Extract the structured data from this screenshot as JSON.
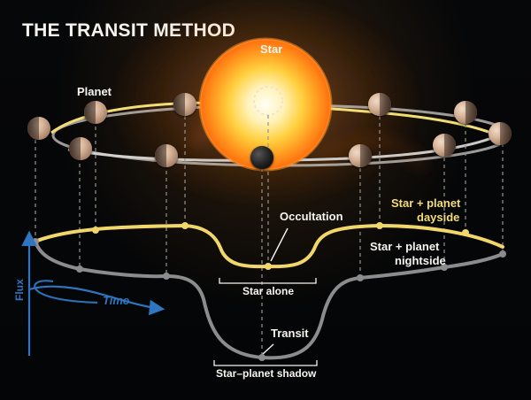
{
  "title": "THE TRANSIT METHOD",
  "labels": {
    "star": "Star",
    "planet": "Planet",
    "occultation": "Occultation",
    "star_planet_dayside_line1": "Star + planet",
    "star_planet_dayside_line2": "dayside",
    "star_planet_nightside_line1": "Star + planet",
    "star_planet_nightside_line2": "nightside",
    "star_alone": "Star alone",
    "transit": "Transit",
    "star_planet_shadow": "Star–planet shadow",
    "flux": "Flux",
    "time": "Time"
  },
  "colors": {
    "background": "#06080b",
    "sun_core": "#fffbe7",
    "sun_mid": "#ffc73e",
    "sun_outer": "#ff7a12",
    "day_curve": "#f1d66a",
    "night_curve": "#8b8c8e",
    "axis_blue": "#2f75bf",
    "text_white": "#f6f4ef",
    "text_yellow": "#f3dc76"
  },
  "icons": {
    "star": "star-icon",
    "planet": "planet-icon",
    "flux_arrow": "flux-axis-arrow-icon",
    "time_arrow": "time-axis-arrow-icon"
  }
}
